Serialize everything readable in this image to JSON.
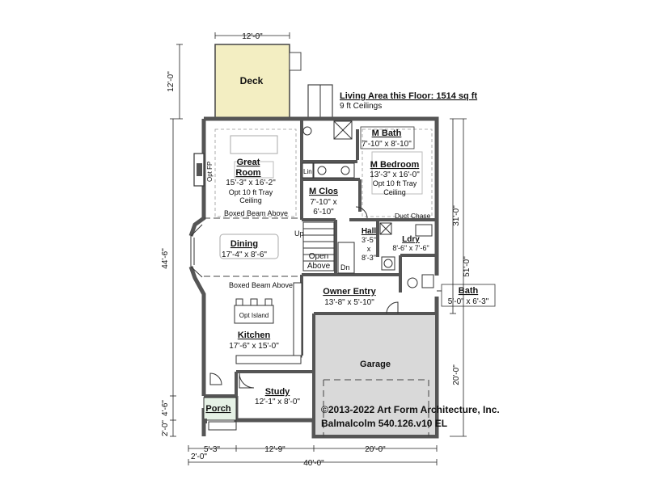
{
  "info": {
    "living_area": "Living Area this Floor: 1514 sq ft",
    "ceilings": "9 ft Ceilings",
    "copyright": "©2013-2022 Art Form Architecture, Inc.",
    "plan_name": "Balmalcolm 540.126.v10 EL"
  },
  "rooms": {
    "deck": "Deck",
    "great_room": {
      "name": "Great Room",
      "name_l1": "Great",
      "name_l2": "Room",
      "size": "15'-3\" x 16'-2\"",
      "note1": "Opt 10 ft Tray",
      "note2": "Ceiling"
    },
    "opt_fp": "Opt FP",
    "boxed_beam_1": "Boxed Beam Above",
    "dining": {
      "name": "Dining",
      "size": "17'-4\" x 8'-6\""
    },
    "boxed_beam_2": "Boxed Beam Above",
    "kitchen": {
      "name": "Kitchen",
      "size": "17'-6\" x 15'-0\"",
      "island": "Opt Island"
    },
    "study": {
      "name": "Study",
      "size": "12'-1\" x 8'-0\""
    },
    "porch": "Porch",
    "m_bath": {
      "name": "M Bath",
      "size": "7'-10\" x 8'-10\""
    },
    "lin": "Lin",
    "m_bedroom": {
      "name": "M Bedroom",
      "size": "13'-3\" x 16'-0\"",
      "note1": "Opt 10 ft Tray",
      "note2": "Ceiling"
    },
    "m_clos": {
      "name": "M Clos",
      "size1": "7'-10\" x",
      "size2": "6'-10\""
    },
    "duct_chase": "Duct Chase",
    "hall": {
      "name": "Hall",
      "s1": "3'-5\"",
      "s2": "x",
      "s3": "8'-3\""
    },
    "ldry": {
      "name": "Ldry",
      "size": "8'-6\" x 7'-6\""
    },
    "stairs_up": "Up",
    "stairs_dn": "Dn",
    "open_above": {
      "l1": "Open",
      "l2": "Above"
    },
    "owner_entry": {
      "name": "Owner Entry",
      "size": "13'-8\" x 5'-10\""
    },
    "bath": {
      "name": "Bath",
      "size": "5'-0\" x 6'-3\""
    },
    "garage": "Garage"
  },
  "dimensions": {
    "deck_width": "12'-0\"",
    "deck_depth": "12'-0\"",
    "left_total": "44'-6\"",
    "left_porch": "4'-6\"",
    "left_bottom": "2'-0\"",
    "right_upper": "31'-0\"",
    "right_total": "51'-0\"",
    "right_garage": "20'-0\"",
    "bottom_1": "5'-3\"",
    "bottom_2": "12'-9\"",
    "bottom_3": "20'-0\"",
    "bottom_small": "2'-0\"",
    "bottom_total": "40'-0\""
  }
}
